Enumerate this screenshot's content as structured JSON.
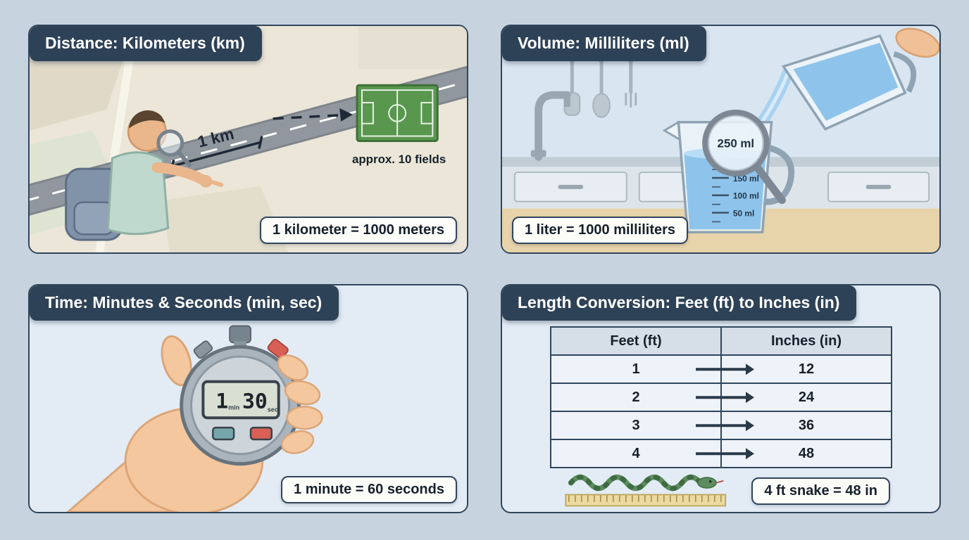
{
  "colors": {
    "page_background": "#c7d3de",
    "header_bg": "#2e4257",
    "panel_border": "#31465c",
    "callout_bg": "#fcfcf9",
    "water_blue": "#8ec4ec",
    "field_green": "#59974f",
    "snake_green": "#5d8c5f",
    "ruler_yellow": "#ecd9a0"
  },
  "panels": {
    "distance": {
      "title": "Distance: Kilometers (km)",
      "km_label": "1 km",
      "fields_caption": "approx. 10 fields",
      "fact": "1 kilometer = 1000 meters",
      "illustration": "boy-with-magnifying-glass-on-map"
    },
    "volume": {
      "title": "Volume: Milliliters (ml)",
      "magnified_reading": "250 ml",
      "scale_marks": [
        "150 ml",
        "100 ml",
        "50 ml"
      ],
      "fact": "1 liter = 1000 milliliters",
      "illustration": "pitcher-pouring-into-measuring-cup"
    },
    "time": {
      "title": "Time: Minutes & Seconds (min, sec)",
      "display": {
        "minutes": "1",
        "minutes_unit": "min",
        "seconds": "30",
        "seconds_unit": "sec"
      },
      "fact": "1 minute = 60 seconds",
      "illustration": "hand-holding-stopwatch"
    },
    "length": {
      "title": "Length Conversion: Feet (ft) to Inches (in)",
      "table": {
        "headers": [
          "Feet (ft)",
          "Inches (in)"
        ],
        "rows": [
          [
            "1",
            "12"
          ],
          [
            "2",
            "24"
          ],
          [
            "3",
            "36"
          ],
          [
            "4",
            "48"
          ]
        ]
      },
      "fact": "4 ft snake = 48 in",
      "illustration": "snake-over-ruler"
    }
  }
}
